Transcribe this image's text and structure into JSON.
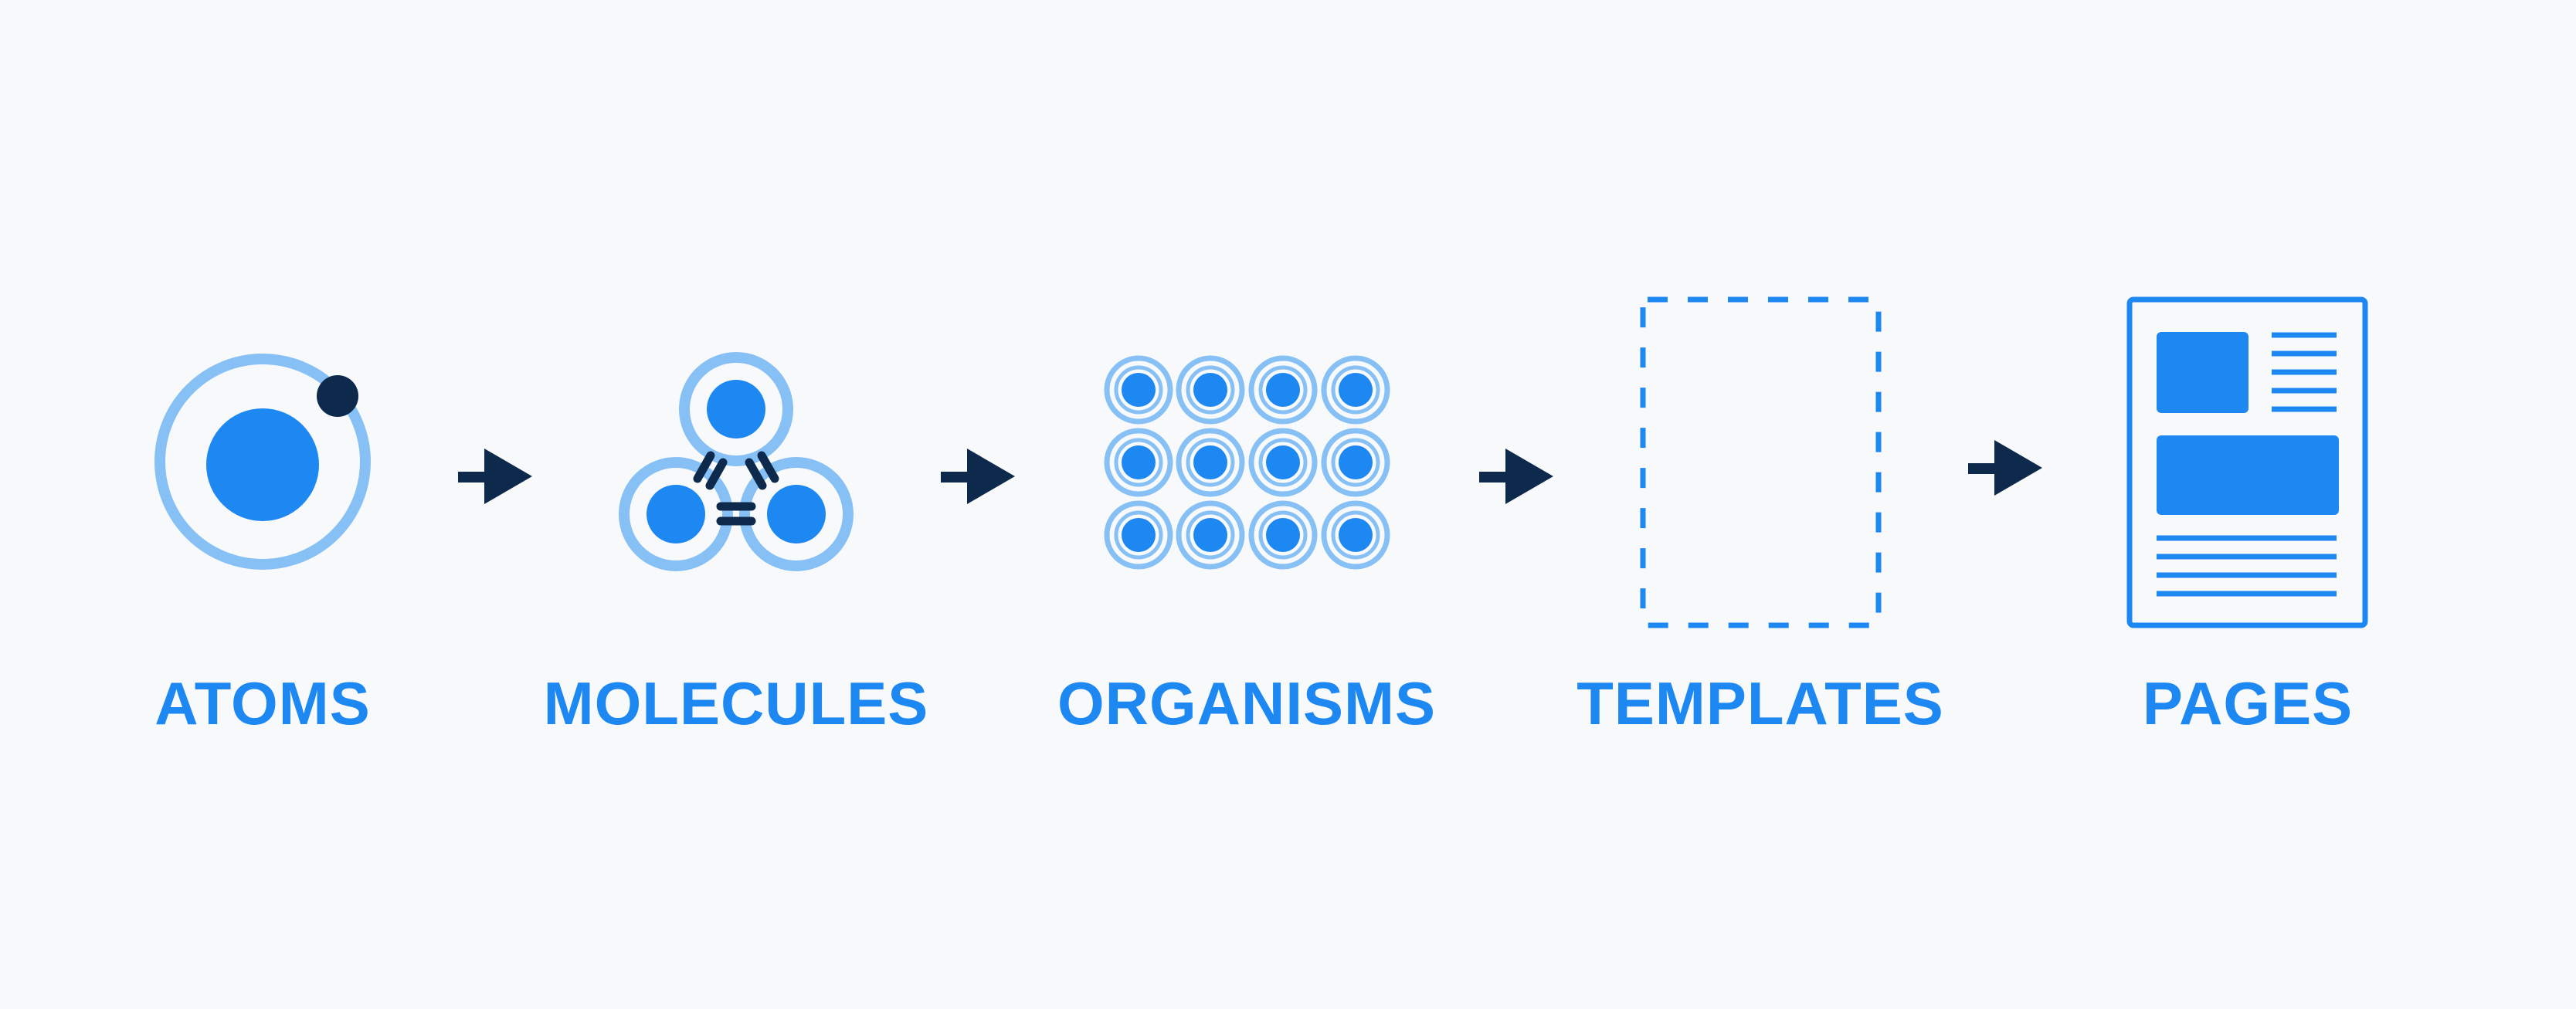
{
  "colors": {
    "background": "#f8f9fb",
    "primary": "#1e88f2",
    "light": "#86c0f5",
    "dark": "#0d2a4d"
  },
  "stages": [
    {
      "label": "ATOMS",
      "icon": "atom-icon"
    },
    {
      "label": "MOLECULES",
      "icon": "molecule-icon"
    },
    {
      "label": "ORGANISMS",
      "icon": "organism-grid-icon"
    },
    {
      "label": "TEMPLATES",
      "icon": "dashed-template-icon"
    },
    {
      "label": "PAGES",
      "icon": "page-layout-icon"
    }
  ],
  "connectors": [
    {
      "icon": "arrow-right-icon"
    },
    {
      "icon": "arrow-right-icon"
    },
    {
      "icon": "arrow-right-icon"
    },
    {
      "icon": "arrow-right-icon"
    }
  ]
}
